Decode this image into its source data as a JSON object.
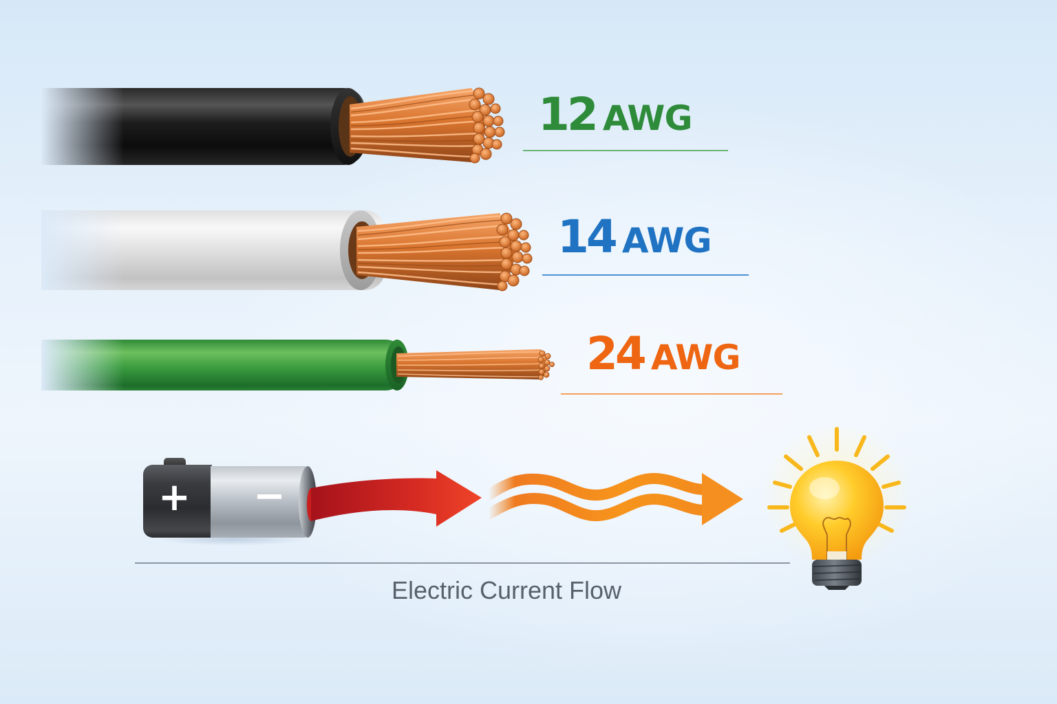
{
  "wires": [
    {
      "id": "12awg",
      "gauge": "12",
      "unit": "AWG",
      "jacket_color": "#111111",
      "label_color": "#2e8b3a",
      "rule_color": "#5faf6a",
      "relative_thickness": "thick"
    },
    {
      "id": "14awg",
      "gauge": "14",
      "unit": "AWG",
      "jacket_color": "#e4e4e4",
      "label_color": "#1f73c2",
      "rule_color": "#4a92d6",
      "relative_thickness": "medium"
    },
    {
      "id": "24awg",
      "gauge": "24",
      "unit": "AWG",
      "jacket_color": "#3a9c3f",
      "label_color": "#ee6512",
      "rule_color": "#f5a05a",
      "relative_thickness": "thin"
    }
  ],
  "circuit": {
    "battery": {
      "positive_symbol": "+",
      "negative_symbol": "−"
    },
    "arrow_color": "#e03527",
    "wave_color": "#f58a1f",
    "bulb_color": "#ffc21a",
    "caption": "Electric Current Flow"
  },
  "icons": {
    "battery": "battery-icon",
    "arrow": "arrow-right-icon",
    "wave": "heat-wave-icon",
    "bulb": "light-bulb-icon"
  }
}
